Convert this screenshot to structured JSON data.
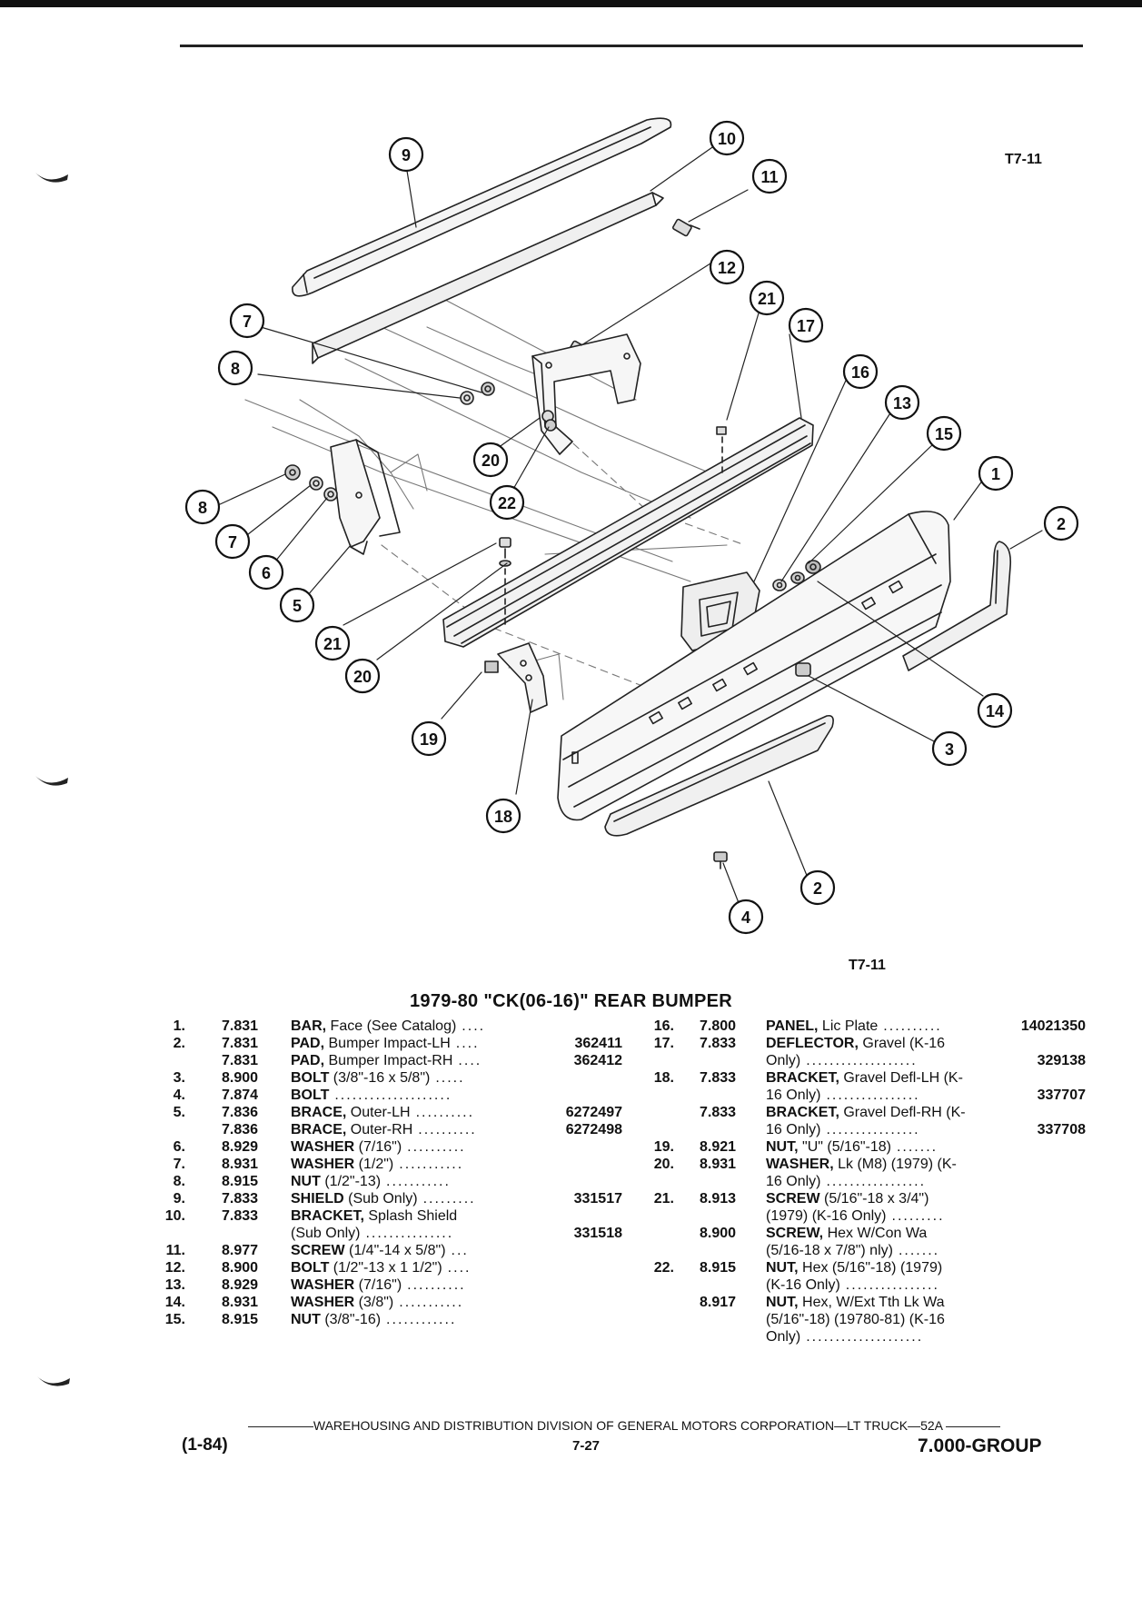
{
  "figure": {
    "ref_top": "T7-11",
    "ref_bottom": "T7-11",
    "callouts": [
      "1",
      "2",
      "2",
      "3",
      "4",
      "5",
      "6",
      "7",
      "7",
      "8",
      "8",
      "9",
      "10",
      "11",
      "12",
      "13",
      "14",
      "15",
      "16",
      "17",
      "18",
      "19",
      "20",
      "20",
      "21",
      "21",
      "22"
    ]
  },
  "title": "1979-80 \"CK(06-16)\" REAR BUMPER",
  "parts_left": [
    {
      "num": "1.",
      "group": "7.831",
      "name": "BAR,",
      "desc": " Face (See Catalog)",
      "dots": "....",
      "part": ""
    },
    {
      "num": "2.",
      "group": "7.831",
      "name": "PAD,",
      "desc": " Bumper Impact-LH",
      "dots": "....",
      "part": "362411"
    },
    {
      "num": "",
      "group": "7.831",
      "name": "PAD,",
      "desc": " Bumper Impact-RH",
      "dots": "....",
      "part": "362412"
    },
    {
      "num": "3.",
      "group": "8.900",
      "name": "BOLT",
      "desc": " (3/8\"-16 x 5/8\")",
      "dots": ".....",
      "part": ""
    },
    {
      "num": "4.",
      "group": "7.874",
      "name": "BOLT",
      "desc": "",
      "dots": "....................",
      "part": ""
    },
    {
      "num": "5.",
      "group": "7.836",
      "name": "BRACE,",
      "desc": " Outer-LH",
      "dots": "..........",
      "part": "6272497"
    },
    {
      "num": "",
      "group": "7.836",
      "name": "BRACE,",
      "desc": " Outer-RH",
      "dots": "..........",
      "part": "6272498"
    },
    {
      "num": "6.",
      "group": "8.929",
      "name": "WASHER",
      "desc": " (7/16\")",
      "dots": "..........",
      "part": ""
    },
    {
      "num": "7.",
      "group": "8.931",
      "name": "WASHER",
      "desc": " (1/2\")",
      "dots": "...........",
      "part": ""
    },
    {
      "num": "8.",
      "group": "8.915",
      "name": "NUT",
      "desc": " (1/2\"-13)",
      "dots": "...........",
      "part": ""
    },
    {
      "num": "9.",
      "group": "7.833",
      "name": "SHIELD",
      "desc": " (Sub Only)",
      "dots": ".........",
      "part": "331517"
    },
    {
      "num": "10.",
      "group": "7.833",
      "name": "BRACKET,",
      "desc": " Splash Shield",
      "dots": "",
      "part": ""
    },
    {
      "num": "",
      "group": "",
      "name": "",
      "desc": "(Sub Only)",
      "dots": "...............",
      "part": "331518"
    },
    {
      "num": "11.",
      "group": "8.977",
      "name": "SCREW",
      "desc": " (1/4\"-14 x 5/8\")",
      "dots": "...",
      "part": ""
    },
    {
      "num": "12.",
      "group": "8.900",
      "name": "BOLT",
      "desc": " (1/2\"-13 x 1 1/2\")",
      "dots": "....",
      "part": ""
    },
    {
      "num": "13.",
      "group": "8.929",
      "name": "WASHER",
      "desc": " (7/16\")",
      "dots": "..........",
      "part": ""
    },
    {
      "num": "14.",
      "group": "8.931",
      "name": "WASHER",
      "desc": " (3/8\")",
      "dots": "...........",
      "part": ""
    },
    {
      "num": "15.",
      "group": "8.915",
      "name": "NUT",
      "desc": " (3/8\"-16)",
      "dots": "............",
      "part": ""
    }
  ],
  "parts_right": [
    {
      "num": "16.",
      "group": "7.800",
      "name": "PANEL,",
      "desc": " Lic Plate",
      "dots": "..........",
      "part": "14021350"
    },
    {
      "num": "17.",
      "group": "7.833",
      "name": "DEFLECTOR,",
      "desc": " Gravel (K-16",
      "dots": "",
      "part": ""
    },
    {
      "num": "",
      "group": "",
      "name": "",
      "desc": "Only)",
      "dots": "...................",
      "part": "329138"
    },
    {
      "num": "18.",
      "group": "7.833",
      "name": "BRACKET,",
      "desc": " Gravel Defl-LH (K-",
      "dots": "",
      "part": ""
    },
    {
      "num": "",
      "group": "",
      "name": "",
      "desc": "16 Only)",
      "dots": "................",
      "part": "337707"
    },
    {
      "num": "",
      "group": "7.833",
      "name": "BRACKET,",
      "desc": " Gravel Defl-RH (K-",
      "dots": "",
      "part": ""
    },
    {
      "num": "",
      "group": "",
      "name": "",
      "desc": "16 Only)",
      "dots": "................",
      "part": "337708"
    },
    {
      "num": "19.",
      "group": "8.921",
      "name": "NUT,",
      "desc": " \"U\" (5/16\"-18)",
      "dots": ".......",
      "part": ""
    },
    {
      "num": "20.",
      "group": "8.931",
      "name": "WASHER,",
      "desc": " Lk (M8) (1979) (K-",
      "dots": "",
      "part": ""
    },
    {
      "num": "",
      "group": "",
      "name": "",
      "desc": "16 Only)",
      "dots": ".................",
      "part": ""
    },
    {
      "num": "21.",
      "group": "8.913",
      "name": "SCREW",
      "desc": " (5/16\"-18 x 3/4\")",
      "dots": "",
      "part": ""
    },
    {
      "num": "",
      "group": "",
      "name": "",
      "desc": "(1979) (K-16 Only)",
      "dots": ".........",
      "part": ""
    },
    {
      "num": "",
      "group": "8.900",
      "name": "SCREW,",
      "desc": " Hex W/Con Wa",
      "dots": "",
      "part": ""
    },
    {
      "num": "",
      "group": "",
      "name": "",
      "desc": "(5/16-18 x 7/8\") nly)",
      "dots": ".......",
      "part": ""
    },
    {
      "num": "22.",
      "group": "8.915",
      "name": "NUT,",
      "desc": " Hex (5/16\"-18) (1979)",
      "dots": "",
      "part": ""
    },
    {
      "num": "",
      "group": "",
      "name": "",
      "desc": "(K-16 Only)",
      "dots": "................",
      "part": ""
    },
    {
      "num": "",
      "group": "8.917",
      "name": "NUT,",
      "desc": " Hex, W/Ext Tth Lk Wa",
      "dots": "",
      "part": ""
    },
    {
      "num": "",
      "group": "",
      "name": "",
      "desc": "(5/16\"-18) (19780-81) (K-16",
      "dots": "",
      "part": ""
    },
    {
      "num": "",
      "group": "",
      "name": "",
      "desc": "Only)",
      "dots": "....................",
      "part": ""
    }
  ],
  "footer": {
    "division": "WAREHOUSING AND DISTRIBUTION DIVISION OF GENERAL MOTORS CORPORATION—LT TRUCK—52A",
    "date_code": "(1-84)",
    "page": "7-27",
    "group": "7.000-GROUP"
  }
}
